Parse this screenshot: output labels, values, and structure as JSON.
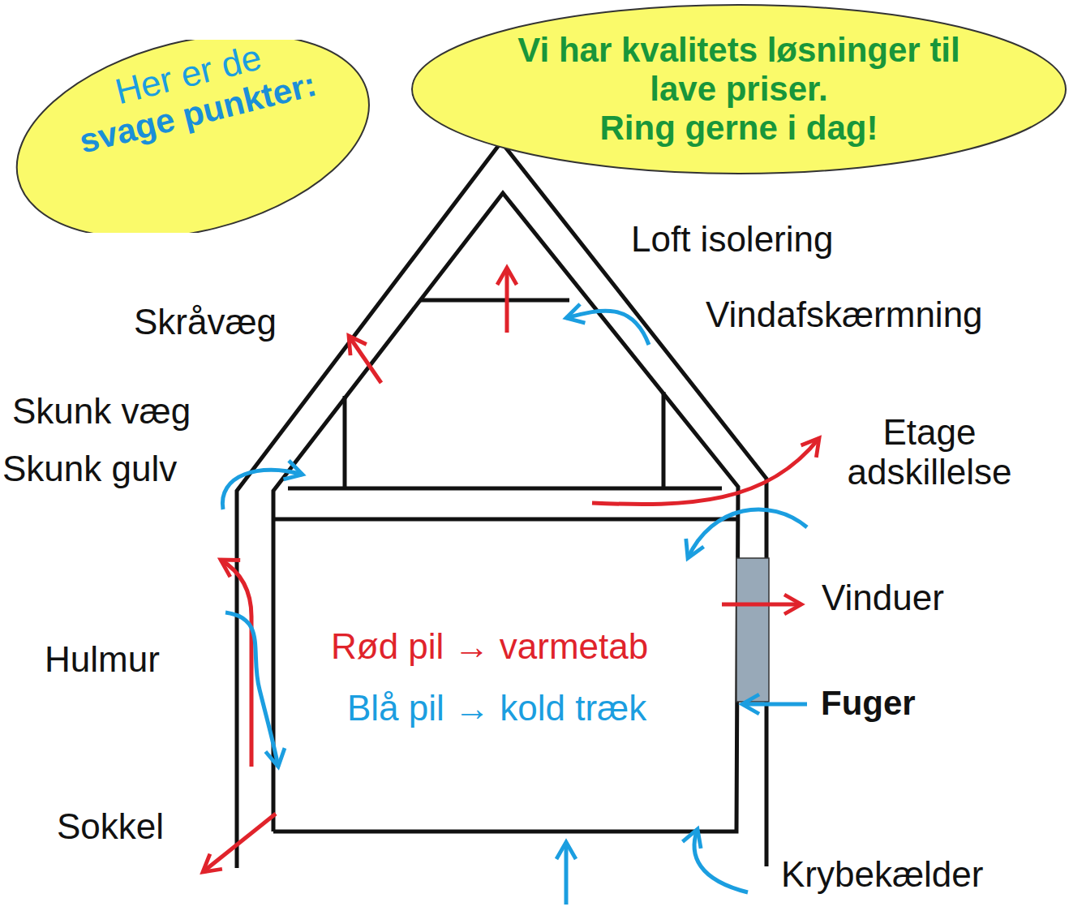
{
  "diagram": {
    "nodes": [
      {
        "text": [
          "Her er de",
          "svage punkter:"
        ]
      },
      {
        "text": [
          "Vi har kvalitets løsninger til lave priser.",
          "Ring gerne i dag!"
        ]
      }
    ],
    "labels": [
      "Loft isolering",
      "Vindafskærmning",
      "Skråvæg",
      "Skunk væg",
      "Skunk gulv",
      "Etage adskillelse",
      "Vinduer",
      "Rød pil → varmetab",
      "Blå pil → kold træk",
      "Hulmur",
      "Fuger",
      "Sokkel",
      "Krybekælder"
    ]
  }
}
